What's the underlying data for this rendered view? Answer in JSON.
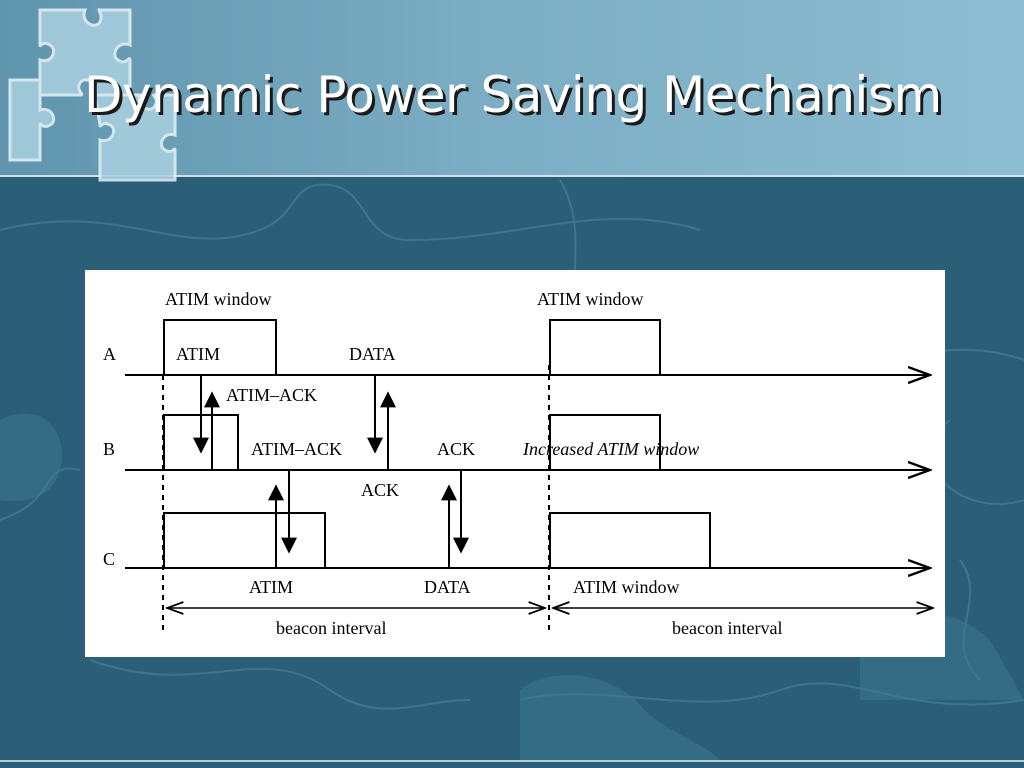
{
  "slide": {
    "title": "Dynamic Power Saving Mechanism"
  },
  "colors": {
    "title_band": "#7aacc3",
    "background": "#2b5f78",
    "title_text": "#ffffff",
    "panel": "#ffffff"
  },
  "decor": {
    "logo_icon": "puzzle-pieces-icon",
    "background_pattern": "jigsaw-puzzle-pattern"
  },
  "diagram": {
    "stations": {
      "a": "A",
      "b": "B",
      "c": "C"
    },
    "labels": {
      "atim_window_1": "ATIM window",
      "atim_window_2": "ATIM window",
      "atim_a": "ATIM",
      "atim_ack_upper": "ATIM–ACK",
      "data_a": "DATA",
      "atim_ack_b": "ATIM–ACK",
      "ack_b": "ACK",
      "increased_window": "Increased ATIM window",
      "ack_under_b": "ACK",
      "atim_c": "ATIM",
      "data_c": "DATA",
      "atim_window_c": "ATIM window",
      "beacon_interval_1": "beacon interval",
      "beacon_interval_2": "beacon interval"
    }
  }
}
